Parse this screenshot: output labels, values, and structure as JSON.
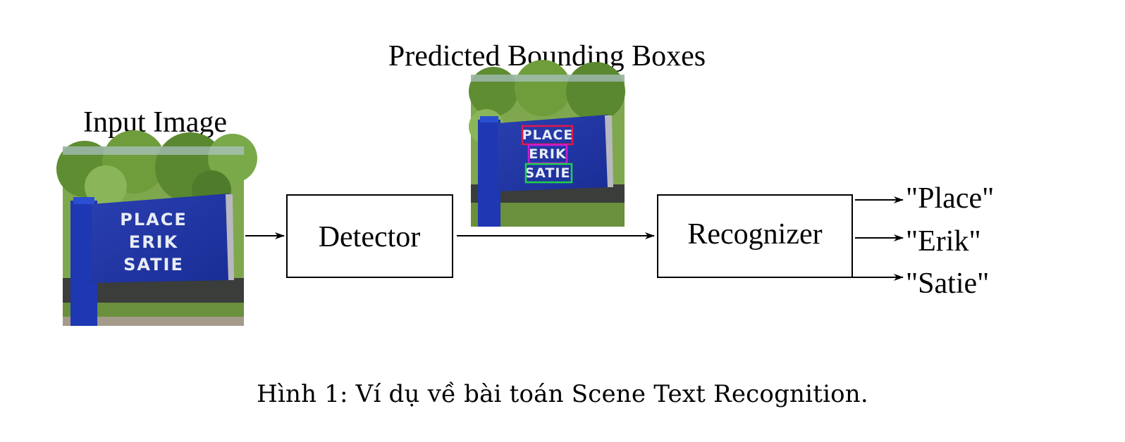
{
  "diagram": {
    "input_label": "Input Image",
    "detector_label": "Detector",
    "predicted_label": "Predicted Bounding Boxes",
    "recognizer_label": "Recognizer",
    "sign_words": [
      "PLACE",
      "ERIK",
      "SATIE"
    ],
    "outputs": [
      "\"Place\"",
      "\"Erik\"",
      "\"Satie\""
    ],
    "box_colors": [
      "#e0194a",
      "#c81ed8",
      "#1fd14a"
    ]
  },
  "caption": "Hình 1: Ví dụ về bài toán Scene Text Recognition."
}
